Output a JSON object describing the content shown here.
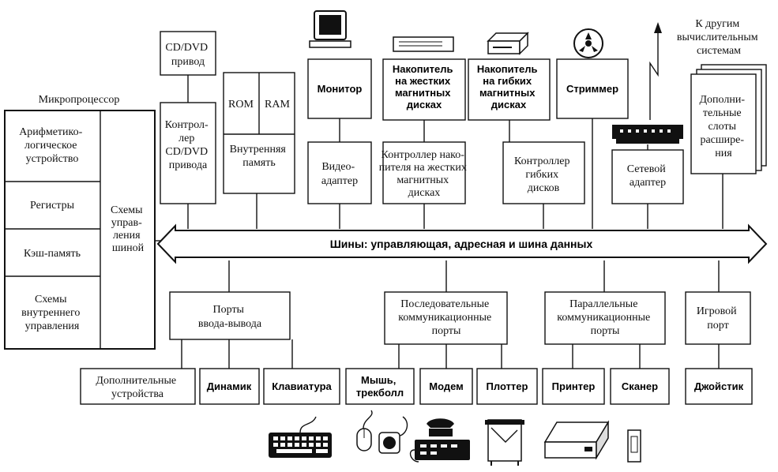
{
  "cpu": {
    "title": "Микропроцессор",
    "alu": [
      "Арифметико-",
      "логическое",
      "устройство"
    ],
    "registers": "Регистры",
    "cache": "Кэш-память",
    "internal_control": [
      "Схемы",
      "внутреннего",
      "управления"
    ],
    "bus_control": [
      "Схемы",
      "управ-",
      "ления",
      "шиной"
    ]
  },
  "cd_drive": [
    "CD/DVD",
    "привод"
  ],
  "cd_controller": [
    "Контрол-",
    "лер",
    "CD/DVD",
    "привода"
  ],
  "rom": "ROM",
  "ram": "RAM",
  "internal_memory": [
    "Внутренняя",
    "память"
  ],
  "monitor": "Монитор",
  "video_adapter": [
    "Видео-",
    "адаптер"
  ],
  "hdd": [
    "Накопитель",
    "на жестких",
    "магнитных",
    "дисках"
  ],
  "hdd_controller": [
    "Контроллер нако-",
    "пителя на жестких",
    "магнитных",
    "дисках"
  ],
  "fdd": [
    "Накопитель",
    "на гибких",
    "магнитных",
    "дисках"
  ],
  "fdd_controller": [
    "Контроллер",
    "гибких",
    "дисков"
  ],
  "streamer": "Стриммер",
  "network_adapter": [
    "Сетевой",
    "адаптер"
  ],
  "other_systems": [
    "К другим",
    "вычислительным",
    "системам"
  ],
  "expansion_slots": [
    "Дополни-",
    "тельные",
    "слоты",
    "расшире-",
    "ния"
  ],
  "bus_label": "Шины: управляющая, адресная и шина данных",
  "io_ports": [
    "Порты",
    "ввода-вывода"
  ],
  "serial_ports": [
    "Последовательные",
    "коммуникационные",
    "порты"
  ],
  "parallel_ports": [
    "Параллельные",
    "коммуникационные",
    "порты"
  ],
  "game_port": [
    "Игровой",
    "порт"
  ],
  "devices": {
    "additional": [
      "Дополнительные",
      "устройства"
    ],
    "speaker": "Динамик",
    "keyboard": "Клавиатура",
    "mouse": [
      "Мышь,",
      "трекболл"
    ],
    "modem": "Модем",
    "plotter": "Плоттер",
    "printer": "Принтер",
    "scanner": "Сканер",
    "joystick": "Джойстик"
  },
  "icons": [
    "monitor-icon",
    "hdd-icon",
    "fdd-icon",
    "reel-icon",
    "network-hub-icon",
    "antenna-arrow-icon",
    "keyboard-icon",
    "mouse-icon",
    "phone-modem-icon",
    "plotter-icon",
    "scanner-icon",
    "joystick-icon"
  ]
}
